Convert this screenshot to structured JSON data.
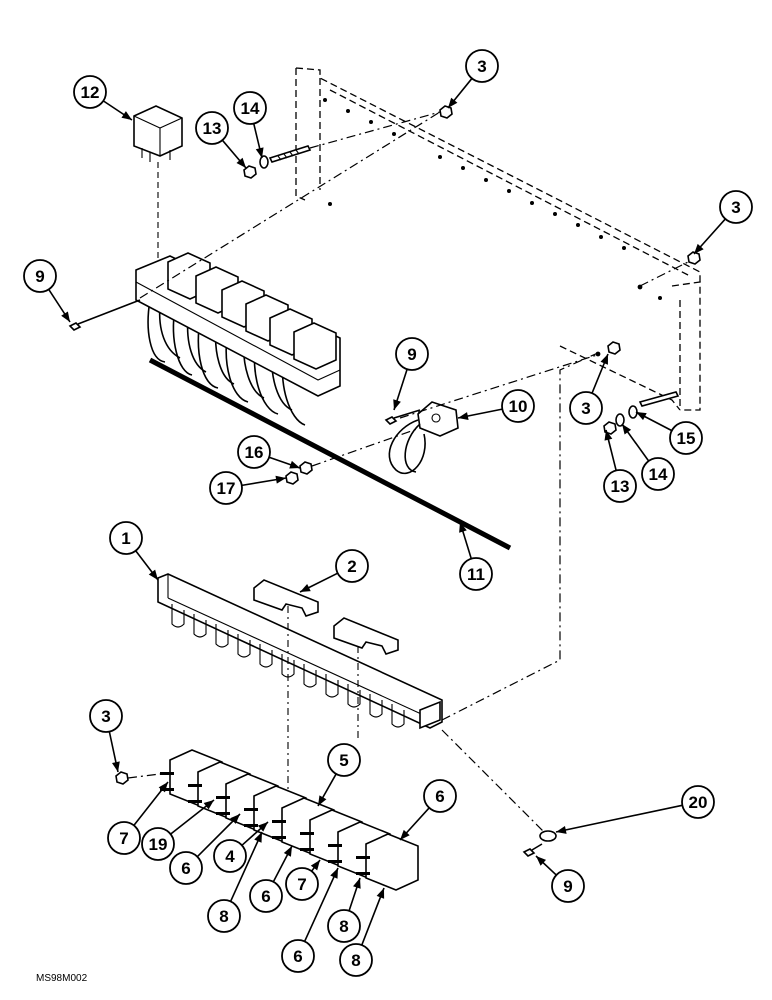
{
  "drawing": {
    "code": "MS98M002",
    "callouts": [
      {
        "id": "c12",
        "label": "12"
      },
      {
        "id": "c14a",
        "label": "14"
      },
      {
        "id": "c13a",
        "label": "13"
      },
      {
        "id": "c3a",
        "label": "3"
      },
      {
        "id": "c3b",
        "label": "3"
      },
      {
        "id": "c9a",
        "label": "9"
      },
      {
        "id": "c9b",
        "label": "9"
      },
      {
        "id": "c10",
        "label": "10"
      },
      {
        "id": "c3c",
        "label": "3"
      },
      {
        "id": "c15",
        "label": "15"
      },
      {
        "id": "c14b",
        "label": "14"
      },
      {
        "id": "c13b",
        "label": "13"
      },
      {
        "id": "c16",
        "label": "16"
      },
      {
        "id": "c17",
        "label": "17"
      },
      {
        "id": "c11",
        "label": "11"
      },
      {
        "id": "c1",
        "label": "1"
      },
      {
        "id": "c2",
        "label": "2"
      },
      {
        "id": "c3d",
        "label": "3"
      },
      {
        "id": "c5",
        "label": "5"
      },
      {
        "id": "c6a",
        "label": "6"
      },
      {
        "id": "c7a",
        "label": "7"
      },
      {
        "id": "c19",
        "label": "19"
      },
      {
        "id": "c6b",
        "label": "6"
      },
      {
        "id": "c4",
        "label": "4"
      },
      {
        "id": "c8a",
        "label": "8"
      },
      {
        "id": "c6c",
        "label": "6"
      },
      {
        "id": "c7b",
        "label": "7"
      },
      {
        "id": "c6d",
        "label": "6"
      },
      {
        "id": "c8b",
        "label": "8"
      },
      {
        "id": "c8c",
        "label": "8"
      },
      {
        "id": "c20",
        "label": "20"
      },
      {
        "id": "c9c",
        "label": "9"
      }
    ]
  }
}
